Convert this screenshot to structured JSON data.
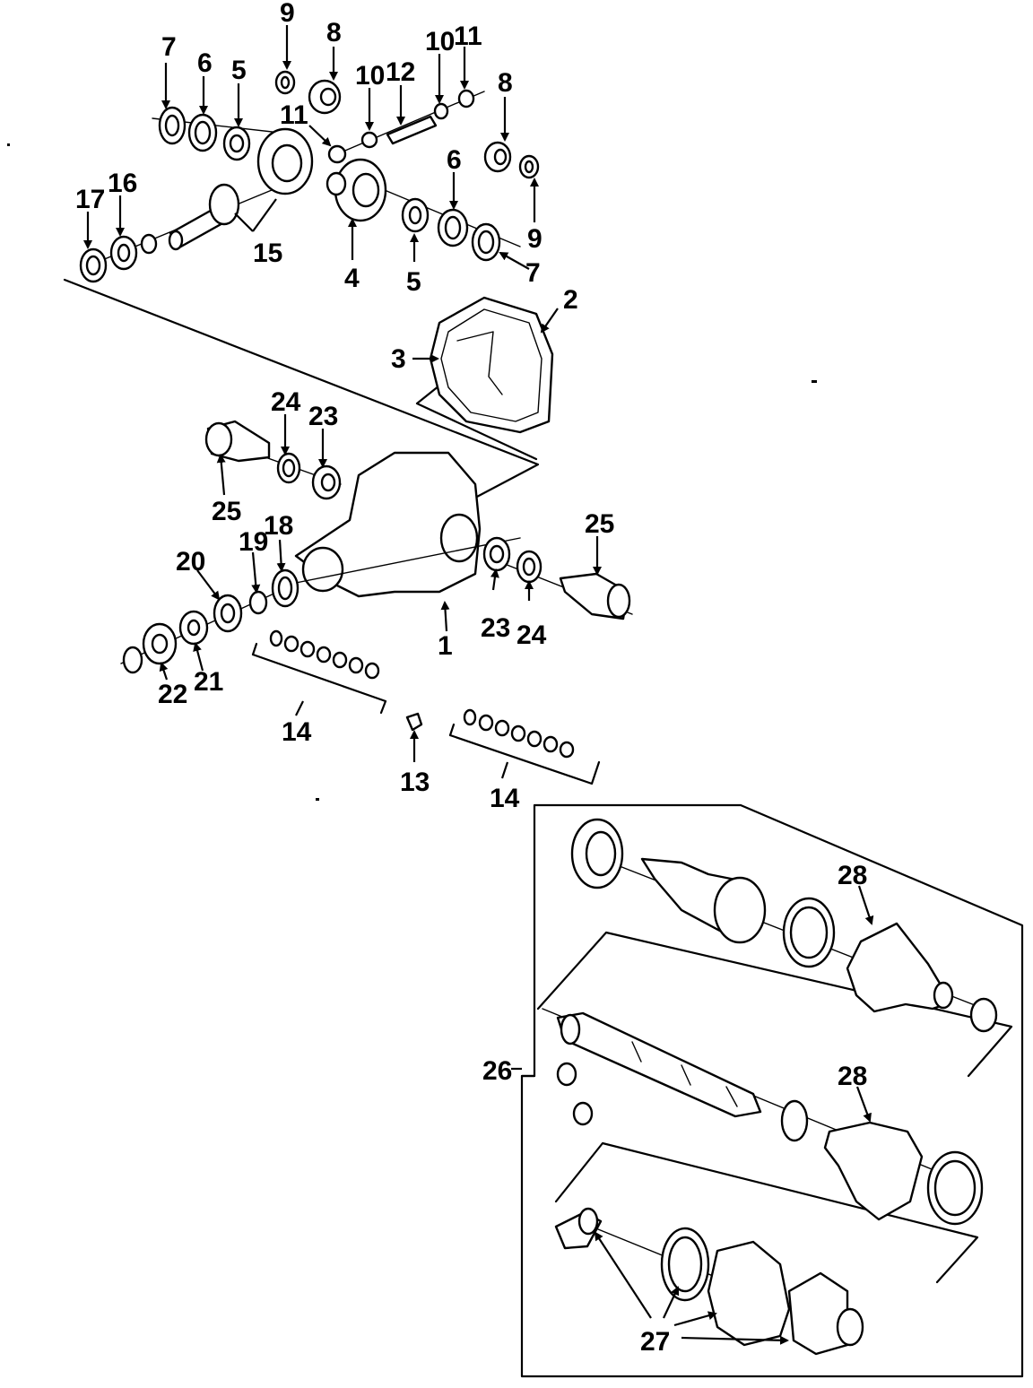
{
  "callouts": {
    "c1": "1",
    "c2": "2",
    "c3": "3",
    "c4": "4",
    "c5a": "5",
    "c5b": "5",
    "c6a": "6",
    "c6b": "6",
    "c7a": "7",
    "c7b": "7",
    "c8a": "8",
    "c8b": "8",
    "c9a": "9",
    "c9b": "9",
    "c10a": "10",
    "c10b": "10",
    "c11a": "11",
    "c11b": "11",
    "c12": "12",
    "c13": "13",
    "c14a": "14",
    "c14b": "14",
    "c15": "15",
    "c16": "16",
    "c17": "17",
    "c18": "18",
    "c19": "19",
    "c20": "20",
    "c21": "21",
    "c22": "22",
    "c23a": "23",
    "c23b": "23",
    "c24a": "24",
    "c24b": "24",
    "c25a": "25",
    "c25b": "25",
    "c26": "26",
    "c27": "27",
    "c28a": "28",
    "c28b": "28"
  }
}
